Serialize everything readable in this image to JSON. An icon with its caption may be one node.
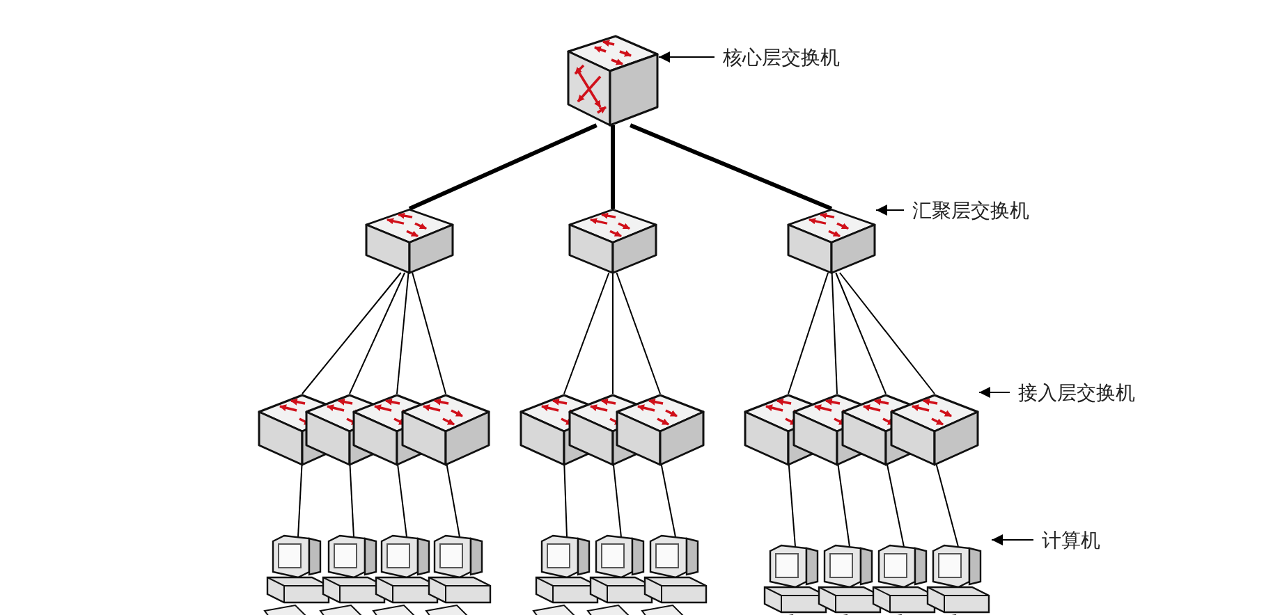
{
  "diagram": {
    "nodes": [
      {
        "text": [],
        "shape": "picture"
      },
      {
        "text": [],
        "shape": "picture"
      },
      {
        "text": [],
        "shape": "picture"
      },
      {
        "text": [],
        "shape": "picture"
      },
      {
        "text": [],
        "shape": "picture"
      },
      {
        "text": [],
        "shape": "picture"
      },
      {
        "text": [],
        "shape": "picture"
      },
      {
        "text": [],
        "shape": "picture"
      },
      {
        "text": [],
        "shape": "picture"
      },
      {
        "text": [],
        "shape": "picture"
      },
      {
        "text": [],
        "shape": "picture"
      },
      {
        "text": [],
        "shape": "picture"
      },
      {
        "text": [],
        "shape": "picture"
      },
      {
        "text": [],
        "shape": "picture"
      },
      {
        "text": [],
        "shape": "picture"
      },
      {
        "text": [],
        "shape": "picture"
      },
      {
        "text": [],
        "shape": "picture"
      },
      {
        "text": [],
        "shape": "picture"
      },
      {
        "text": [],
        "shape": "picture"
      },
      {
        "text": [],
        "shape": "picture"
      },
      {
        "text": [],
        "shape": "picture"
      },
      {
        "text": [],
        "shape": "picture"
      },
      {
        "text": [],
        "shape": "picture"
      },
      {
        "text": [],
        "shape": "picture"
      },
      {
        "text": [],
        "shape": "picture"
      },
      {
        "text": [],
        "shape": "picture"
      },
      {
        "text": [
          "核心层交换机"
        ]
      },
      {
        "text": [
          "汇聚层交换机"
        ]
      },
      {
        "text": [
          "接入层交换机"
        ]
      },
      {
        "text": [
          "计算机"
        ]
      }
    ],
    "edges": [
      {
        "from": 0,
        "to": 1,
        "arrow": "none",
        "style": "thick"
      },
      {
        "from": 0,
        "to": 2,
        "arrow": "none",
        "style": "thick"
      },
      {
        "from": 0,
        "to": 3,
        "arrow": "none",
        "style": "thick"
      },
      {
        "from": 1,
        "to": 4,
        "arrow": "none"
      },
      {
        "from": 1,
        "to": 5,
        "arrow": "none"
      },
      {
        "from": 1,
        "to": 6,
        "arrow": "none"
      },
      {
        "from": 1,
        "to": 7,
        "arrow": "none"
      },
      {
        "from": 2,
        "to": 8,
        "arrow": "none"
      },
      {
        "from": 2,
        "to": 9,
        "arrow": "none"
      },
      {
        "from": 2,
        "to": 10,
        "arrow": "none"
      },
      {
        "from": 3,
        "to": 11,
        "arrow": "none"
      },
      {
        "from": 3,
        "to": 12,
        "arrow": "none"
      },
      {
        "from": 3,
        "to": 13,
        "arrow": "none"
      },
      {
        "from": 3,
        "to": 14,
        "arrow": "none"
      },
      {
        "from": 4,
        "to": 15,
        "arrow": "none"
      },
      {
        "from": 5,
        "to": 16,
        "arrow": "none"
      },
      {
        "from": 6,
        "to": 17,
        "arrow": "none"
      },
      {
        "from": 7,
        "to": 18,
        "arrow": "none"
      },
      {
        "from": 8,
        "to": 19,
        "arrow": "none"
      },
      {
        "from": 9,
        "to": 20,
        "arrow": "none"
      },
      {
        "from": 10,
        "to": 21,
        "arrow": "none"
      },
      {
        "from": 11,
        "to": 22,
        "arrow": "none"
      },
      {
        "from": 12,
        "to": 23,
        "arrow": "none"
      },
      {
        "from": 13,
        "to": 24,
        "arrow": "none"
      },
      {
        "from": 14,
        "to": 25,
        "arrow": "none"
      },
      {
        "from": 26,
        "to": 0,
        "arrow": "to"
      },
      {
        "from": 27,
        "to": 3,
        "arrow": "to"
      },
      {
        "from": 28,
        "to": 14,
        "arrow": "to"
      },
      {
        "from": 29,
        "to": 25,
        "arrow": "to"
      }
    ]
  }
}
